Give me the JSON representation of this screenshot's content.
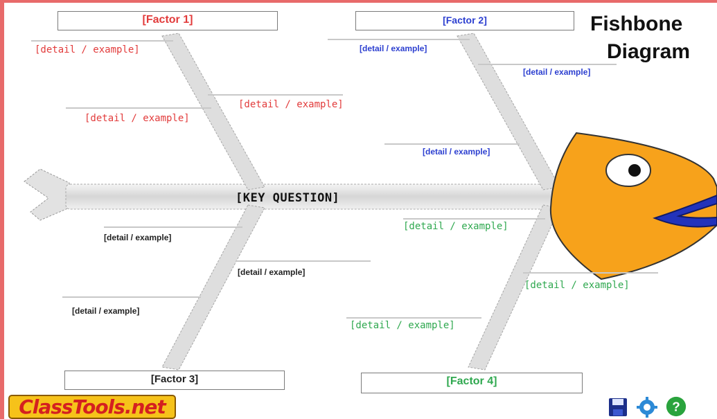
{
  "title": {
    "line1": "Fishbone",
    "line2": "Diagram"
  },
  "key_question": "[KEY QUESTION]",
  "factors": {
    "f1": {
      "label": "[Factor 1]",
      "color": "#e23b3b"
    },
    "f2": {
      "label": "[Factor 2]",
      "color": "#2c3fd0"
    },
    "f3": {
      "label": "[Factor 3]",
      "color": "#222222"
    },
    "f4": {
      "label": "[Factor 4]",
      "color": "#2fa84f"
    }
  },
  "details": {
    "f1": [
      "[detail / example]",
      "[detail / example]",
      "[detail / example]"
    ],
    "f2": [
      "[detail / example]",
      "[detail / example]",
      "[detail / example]"
    ],
    "f3": [
      "[detail / example]",
      "[detail / example]",
      "[detail / example]"
    ],
    "f4": [
      "[detail / example]",
      "[detail / example]",
      "[detail / example]"
    ]
  },
  "logo": {
    "text": "ClassTools.net"
  },
  "toolbar": {
    "icons": [
      "save-icon",
      "settings-icon",
      "help-icon"
    ],
    "help_glyph": "?"
  },
  "colors": {
    "fish_head": "#f7a21b",
    "lips": "#2233bb",
    "frame": "#e86a6a",
    "bone": "#dcdcdc"
  }
}
